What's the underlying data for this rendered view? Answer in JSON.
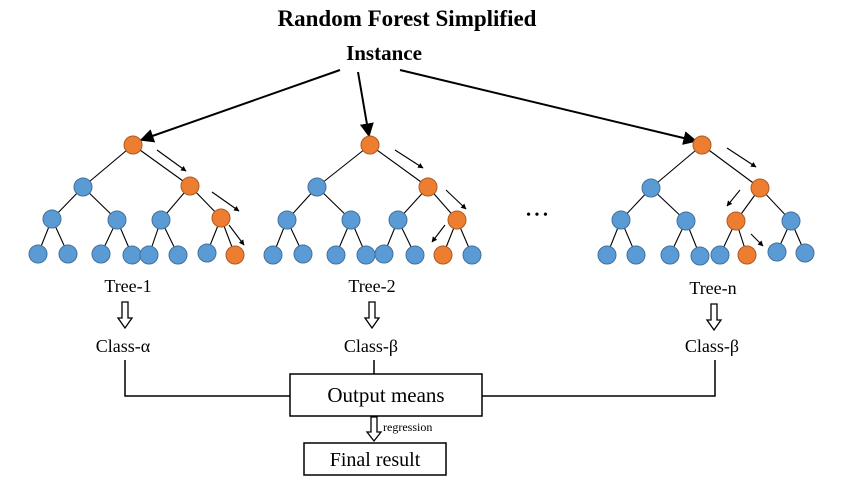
{
  "title": "Random Forest Simplified",
  "instance_label": "Instance",
  "ellipsis": "• • •",
  "trees": [
    {
      "name": "Tree-1",
      "class": "Class-α"
    },
    {
      "name": "Tree-2",
      "class": "Class-β"
    },
    {
      "name": "Tree-n",
      "class": "Class-β"
    }
  ],
  "output_label": "Output means",
  "regression_label": "regression",
  "final_label": "Final result",
  "colors": {
    "node_default": "#5b9bd5",
    "node_path": "#ed7d31",
    "node_stroke": "#41719c",
    "path_stroke": "#ae5a21",
    "line": "#000000"
  }
}
